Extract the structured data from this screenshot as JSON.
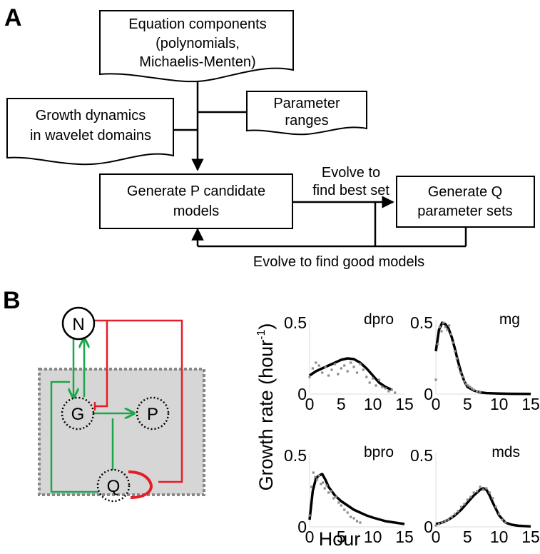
{
  "panel_a": {
    "label": "A",
    "components": "Equation components",
    "components_2": "(polynomials,",
    "components_3": "Michaelis-Menten)",
    "param_ranges": "Parameter",
    "param_ranges_2": "ranges",
    "growth": "Growth dynamics",
    "growth_2": "in wavelet domains",
    "gen_p": "Generate P candidate",
    "gen_p_2": "models",
    "gen_q": "Generate Q",
    "gen_q_2": "parameter sets",
    "evolve_best": "Evolve to",
    "evolve_best_2": "find best set",
    "evolve_good": "Evolve to find good models"
  },
  "panel_b": {
    "label": "B",
    "nodes": {
      "n": "N",
      "g": "G",
      "p": "P",
      "q": "Q"
    },
    "colors": {
      "activation": "#1ca64a",
      "inhibition": "#e41e26",
      "box": "#d6d6d6",
      "data": "#8c8c8c",
      "model": "#000000"
    },
    "ylabel": "Growth rate (hour",
    "ylabel_sup": "-1",
    "ylabel_close": ")",
    "xlabel": "Hour"
  },
  "chart_data": [
    {
      "type": "line",
      "title": "dpro",
      "xlim": [
        0,
        15
      ],
      "ylim": [
        0,
        0.5
      ],
      "xticks": [
        "0",
        "5",
        "10",
        "15"
      ],
      "yticks": [
        "0",
        "0.5"
      ],
      "series": [
        {
          "role": "model",
          "x": [
            0,
            1,
            2,
            3,
            4,
            5,
            6,
            7,
            8,
            9,
            10,
            11,
            12,
            13
          ],
          "y": [
            0.13,
            0.16,
            0.18,
            0.2,
            0.22,
            0.24,
            0.25,
            0.245,
            0.22,
            0.18,
            0.13,
            0.08,
            0.05,
            0.03
          ]
        },
        {
          "role": "data",
          "x": [
            0,
            0.5,
            1,
            1.5,
            2,
            2.5,
            3,
            3.5,
            4,
            4.5,
            5,
            5.5,
            6,
            6.5,
            7,
            7.5,
            8,
            8.5,
            9,
            9.5,
            10,
            10.5,
            11,
            11.5,
            12,
            12.5,
            13,
            13.5
          ],
          "y": [
            0.12,
            0.18,
            0.22,
            0.2,
            0.15,
            0.19,
            0.13,
            0.17,
            0.21,
            0.14,
            0.18,
            0.2,
            0.16,
            0.22,
            0.19,
            0.15,
            0.21,
            0.17,
            0.12,
            0.08,
            0.11,
            0.06,
            0.1,
            0.05,
            0.04,
            0.02,
            0.03,
            0.01
          ]
        }
      ]
    },
    {
      "type": "line",
      "title": "mg",
      "xlim": [
        0,
        15
      ],
      "ylim": [
        0,
        0.5
      ],
      "xticks": [
        "0",
        "5",
        "10",
        "15"
      ],
      "yticks": [
        "0",
        "0.5"
      ],
      "series": [
        {
          "role": "model",
          "x": [
            0,
            0.5,
            1,
            1.5,
            2,
            2.5,
            3,
            3.5,
            4,
            4.5,
            5,
            6,
            7,
            8,
            10,
            12,
            15
          ],
          "y": [
            0.3,
            0.45,
            0.5,
            0.49,
            0.46,
            0.4,
            0.32,
            0.23,
            0.15,
            0.09,
            0.05,
            0.025,
            0.012,
            0.007,
            0.004,
            0.002,
            0.001
          ]
        },
        {
          "role": "data",
          "x": [
            0,
            0.3,
            0.6,
            0.9,
            1.2,
            1.5,
            1.8,
            2.1,
            2.4,
            2.7,
            3,
            3.3,
            3.6,
            3.9,
            4.2,
            4.5,
            4.8,
            5.1,
            5.4,
            5.7,
            6,
            6.5,
            7
          ],
          "y": [
            0.1,
            0.35,
            0.47,
            0.44,
            0.5,
            0.47,
            0.45,
            0.48,
            0.42,
            0.36,
            0.3,
            0.25,
            0.19,
            0.15,
            0.12,
            0.09,
            0.07,
            0.06,
            0.05,
            0.04,
            0.03,
            0.02,
            0.015
          ]
        }
      ]
    },
    {
      "type": "line",
      "title": "bpro",
      "xlim": [
        0,
        15
      ],
      "ylim": [
        0,
        0.5
      ],
      "xticks": [
        "0",
        "5",
        "10",
        "15"
      ],
      "yticks": [
        "0",
        "0.5"
      ],
      "series": [
        {
          "role": "model",
          "x": [
            0,
            0.5,
            1,
            1.5,
            2,
            2.5,
            3,
            4,
            5,
            6,
            7,
            8,
            9,
            10,
            12,
            15
          ],
          "y": [
            0.05,
            0.25,
            0.34,
            0.36,
            0.37,
            0.33,
            0.28,
            0.22,
            0.18,
            0.15,
            0.12,
            0.1,
            0.08,
            0.065,
            0.04,
            0.02
          ]
        },
        {
          "role": "data",
          "x": [
            0,
            0.3,
            0.6,
            0.9,
            1.2,
            1.5,
            1.8,
            2.1,
            2.4,
            2.7,
            3,
            3.4,
            3.8,
            4.2,
            4.6,
            5,
            5.5,
            6,
            6.5,
            7,
            7.5,
            8
          ],
          "y": [
            0.08,
            0.28,
            0.38,
            0.35,
            0.33,
            0.36,
            0.3,
            0.31,
            0.27,
            0.29,
            0.24,
            0.25,
            0.2,
            0.21,
            0.17,
            0.15,
            0.12,
            0.1,
            0.07,
            0.06,
            0.04,
            0.03
          ]
        }
      ]
    },
    {
      "type": "line",
      "title": "mds",
      "xlim": [
        0,
        15
      ],
      "ylim": [
        0,
        0.5
      ],
      "xticks": [
        "0",
        "5",
        "10",
        "15"
      ],
      "yticks": [
        "0",
        "0.5"
      ],
      "series": [
        {
          "role": "model",
          "x": [
            0,
            1,
            2,
            3,
            4,
            5,
            6,
            7,
            7.5,
            8,
            8.5,
            9,
            10,
            11,
            12,
            13,
            15
          ],
          "y": [
            0.02,
            0.03,
            0.05,
            0.08,
            0.12,
            0.17,
            0.22,
            0.26,
            0.27,
            0.26,
            0.22,
            0.17,
            0.08,
            0.03,
            0.015,
            0.008,
            0.003
          ]
        },
        {
          "role": "data",
          "x": [
            0,
            0.5,
            1,
            1.5,
            2,
            2.5,
            3,
            3.5,
            4,
            4.5,
            5,
            5.5,
            6,
            6.5,
            7,
            7.5,
            8,
            8.5,
            9,
            9.5,
            10,
            10.5,
            11
          ],
          "y": [
            0.01,
            0.02,
            0.03,
            0.04,
            0.05,
            0.07,
            0.09,
            0.11,
            0.14,
            0.16,
            0.19,
            0.21,
            0.24,
            0.25,
            0.28,
            0.26,
            0.27,
            0.24,
            0.2,
            0.14,
            0.09,
            0.05,
            0.03
          ]
        }
      ]
    }
  ]
}
